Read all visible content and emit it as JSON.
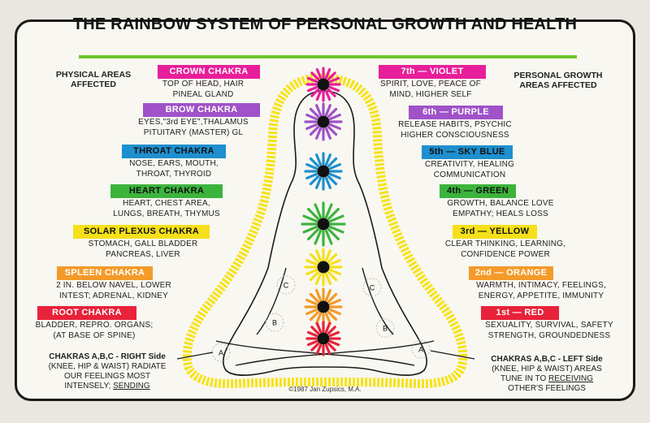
{
  "title": "THE RAINBOW SYSTEM OF PERSONAL GROWTH AND HEALTH",
  "left_header": [
    "PHYSICAL AREAS",
    "AFFECTED"
  ],
  "right_header": [
    "PERSONAL GROWTH",
    "AREAS AFFECTED"
  ],
  "chakras": [
    {
      "name": "CROWN CHAKRA",
      "color": "#e81e9a",
      "text_color": "#ffffff",
      "physical": [
        "TOP OF HEAD, HAIR",
        "PINEAL GLAND"
      ],
      "level": "7th — VIOLET",
      "growth": [
        "SPIRIT, LOVE, PEACE OF",
        "MIND, HIGHER SELF"
      ]
    },
    {
      "name": "BROW CHAKRA",
      "color": "#a052c8",
      "text_color": "#ffffff",
      "physical": [
        "EYES,\"3rd EYE\",THALAMUS",
        "PITUITARY (MASTER) GL"
      ],
      "level": "6th — PURPLE",
      "growth": [
        "RELEASE HABITS, PSYCHIC",
        "HIGHER CONSCIOUSNESS"
      ]
    },
    {
      "name": "THROAT CHAKRA",
      "color": "#1e8fcf",
      "text_color": "#111111",
      "physical": [
        "NOSE, EARS, MOUTH,",
        "THROAT, THYROID"
      ],
      "level": "5th — SKY BLUE",
      "growth": [
        "CREATIVITY, HEALING",
        "COMMUNICATION"
      ]
    },
    {
      "name": "HEART CHAKRA",
      "color": "#3cb43c",
      "text_color": "#111111",
      "physical": [
        "HEART, CHEST AREA,",
        "LUNGS, BREATH, THYMUS"
      ],
      "level": "4th — GREEN",
      "growth": [
        "GROWTH, BALANCE LOVE",
        "EMPATHY; HEALS LOSS"
      ]
    },
    {
      "name": "SOLAR PLEXUS CHAKRA",
      "color": "#f5e01a",
      "text_color": "#111111",
      "physical": [
        "STOMACH, GALL BLADDER",
        "PANCREAS, LIVER"
      ],
      "level": "3rd — YELLOW",
      "growth": [
        "CLEAR THINKING, LEARNING,",
        "CONFIDENCE POWER"
      ]
    },
    {
      "name": "SPLEEN CHAKRA",
      "color": "#f39a2a",
      "text_color": "#ffffff",
      "physical": [
        "2 IN. BELOW NAVEL, LOWER",
        "INTEST; ADRENAL, KIDNEY"
      ],
      "level": "2nd — ORANGE",
      "growth": [
        "WARMTH, INTIMACY, FEELINGS,",
        "ENERGY, APPETITE, IMMUNITY"
      ]
    },
    {
      "name": "ROOT CHAKRA",
      "color": "#e8223a",
      "text_color": "#ffffff",
      "physical": [
        "BLADDER, REPRO. ORGANS;",
        "(AT BASE OF SPINE)"
      ],
      "level": "1st — RED",
      "growth": [
        "SEXUALITY, SURVIVAL, SAFETY",
        "STRENGTH, GROUNDEDNESS"
      ]
    }
  ],
  "footer_left": {
    "title_bold": "CHAKRAS A,B,C",
    "title_side": " - RIGHT Side",
    "lines": [
      "(KNEE, HIP & WAIST) RADIATE",
      "OUR FEELINGS MOST"
    ],
    "last_prefix": "INTENSELY; ",
    "last_underlined": "SENDING"
  },
  "footer_right": {
    "title_bold": "CHAKRAS A,B,C",
    "title_side": " - LEFT Side",
    "lines": [
      "(KNEE, HIP & WAIST) AREAS"
    ],
    "tune_prefix": "TUNE IN TO ",
    "tune_underlined": "RECEIVING",
    "last": "OTHER'S FEELINGS"
  },
  "body_markers": [
    "C",
    "B",
    "A",
    "C",
    "B",
    "A"
  ],
  "copyright": "©1987 Jan Zupsics, M.A.",
  "aura_color": "#f6e21a"
}
